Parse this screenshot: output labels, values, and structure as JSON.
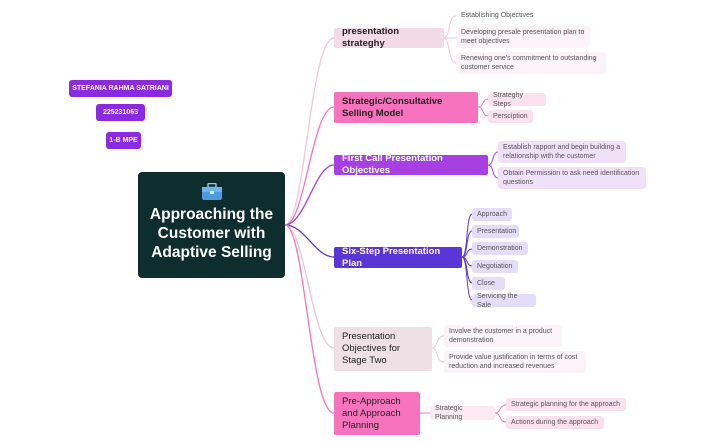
{
  "central": {
    "title": "Approaching the\nCustomer with\nAdaptive Selling",
    "icon": "briefcase-icon"
  },
  "author_tags": [
    "STEFANIA RAHMA SATRIANI",
    "225231063",
    "1-B MPE"
  ],
  "branches": [
    {
      "label": "presentation strateghy",
      "children": [
        "Establishing Objectives",
        "Developing presale presentation plan to meet objectives",
        "Renewing one's commitment to outstanding customer service"
      ]
    },
    {
      "label": "Strategic/Consultative Selling Model",
      "children": [
        "Strateghy Steps",
        "Persciption"
      ]
    },
    {
      "label": "First Call Presentation Objectives",
      "children": [
        "Establish rapport and begin building a relationship with the customer",
        "Obtain Permission to ask need identification questions"
      ]
    },
    {
      "label": "Six-Step Presentation Plan",
      "children": [
        "Approach",
        "Presentation",
        "Demonstration",
        "Negotiation",
        "Close",
        "Servicing the Sale"
      ]
    },
    {
      "label": "Presentation Objectives for Stage Two",
      "children": [
        "Involve the customer in a product demonstration",
        "Provide value justification in terms of cost reduction and increased revenues"
      ]
    },
    {
      "label": "Pre-Approach and Approach Planning",
      "middle": "Strategic Planning",
      "children": [
        "Strategic planning for the approach",
        "Actions during the approach"
      ]
    }
  ],
  "colors": {
    "central": "#0d2d2f",
    "tag": "#8a2be2",
    "branch_pink": "#f773bd",
    "branch_purple": "#a83fe3",
    "branch_violet": "#5b36d6"
  }
}
